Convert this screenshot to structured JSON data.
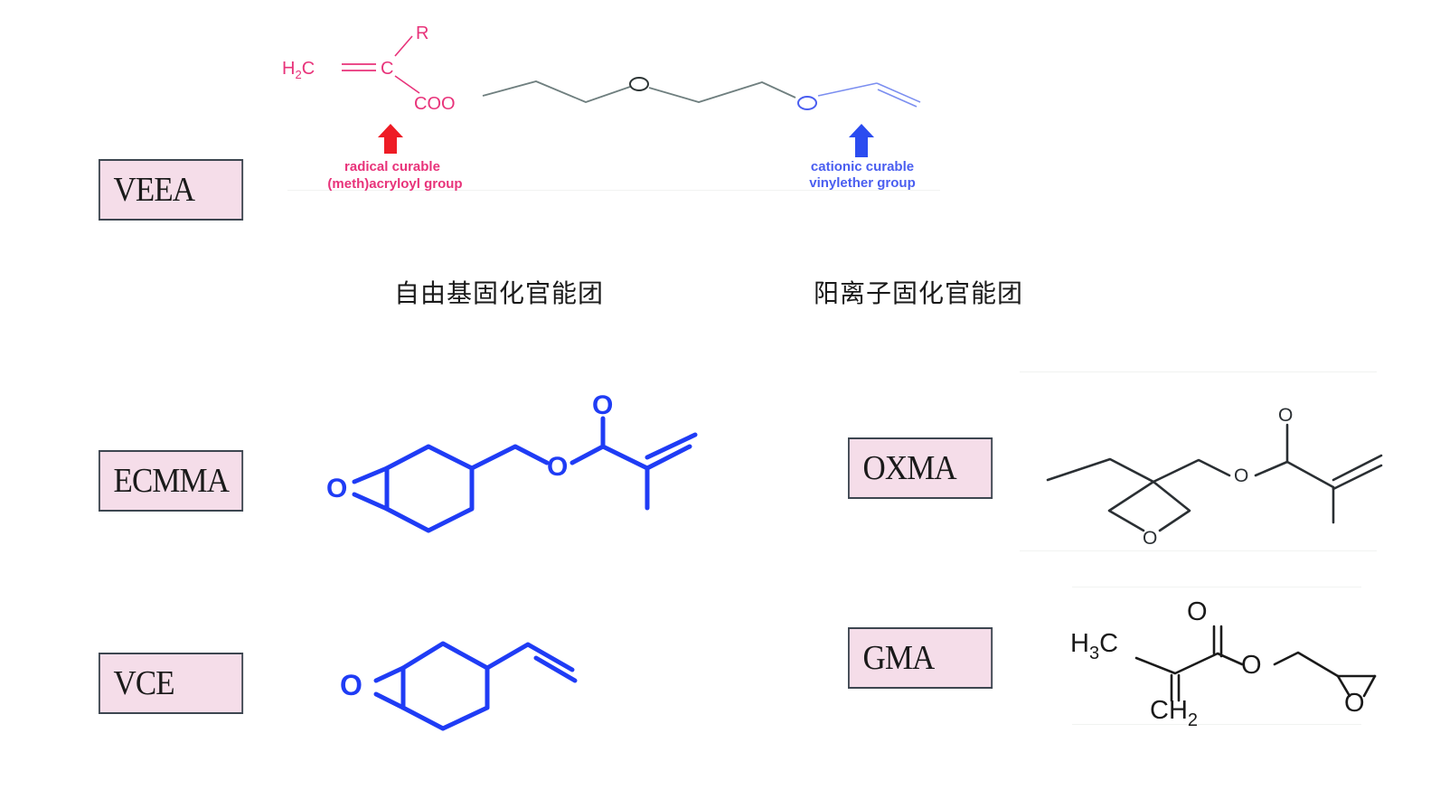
{
  "labels": {
    "veea": "VEEA",
    "ecmma": "ECMMA",
    "vce": "VCE",
    "oxma": "OXMA",
    "gma": "GMA"
  },
  "captions": {
    "radical": "自由基固化官能团",
    "cationic": "阳离子固化官能团"
  },
  "veea_structure": {
    "r_group": "R",
    "h2c": "H",
    "h2c_sub": "2",
    "h2c_c": "C",
    "alpha_c": "C",
    "ester": "COO",
    "ether_o": "O",
    "vinyl_o": "O",
    "radical_note_line1": "radical curable",
    "radical_note_line2": "(meth)acryloyl group",
    "cationic_note_line1": "cationic curable",
    "cationic_note_line2": "vinylether group"
  },
  "ecmma_structure": {
    "epoxide_o": "O",
    "ester_o": "O",
    "carbonyl_o": "O"
  },
  "vce_structure": {
    "epoxide_o": "O"
  },
  "oxma_structure": {
    "oxetane_o": "O",
    "ester_o": "O",
    "carbonyl_o": "O"
  },
  "gma_structure": {
    "methyl": "H",
    "methyl_sub": "3",
    "methyl_c": "C",
    "methylene": "CH",
    "methylene_sub": "2",
    "carbonyl_o": "O",
    "ester_o": "O",
    "epoxide_o": "O"
  },
  "colors": {
    "radical": "#e8337a",
    "radical_arrow": "#ee1c25",
    "cationic": "#4a5ef0",
    "cationic_arrow": "#2b4cf0",
    "structure_blue": "#1f3cf5",
    "chain_gray": "#6f7f7f",
    "ink": "#1a1a1a",
    "label_bg": "#f5dde9"
  }
}
